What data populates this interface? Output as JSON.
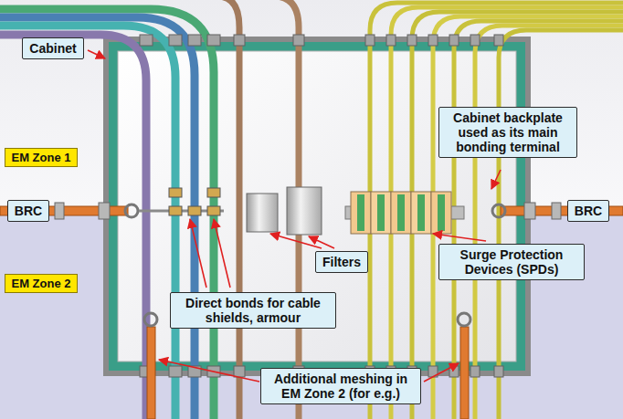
{
  "diagram": {
    "nodes": [
      {
        "text": [
          "Cabinet"
        ]
      },
      {
        "text": [
          "Cabinet backplate used as its main bonding terminal"
        ]
      },
      {
        "text": [
          "EM Zone 1"
        ]
      },
      {
        "text": [
          "BRC"
        ]
      },
      {
        "text": [
          "BRC"
        ]
      },
      {
        "text": [
          "Surge Protection Devices (SPDs)"
        ]
      },
      {
        "text": [
          "Filters"
        ]
      },
      {
        "text": [
          "EM Zone 2"
        ]
      },
      {
        "text": [
          "Direct bonds for cable shields, armour"
        ]
      },
      {
        "text": [
          "Additional meshing in EM Zone 2 (for e.g.)"
        ]
      }
    ]
  }
}
